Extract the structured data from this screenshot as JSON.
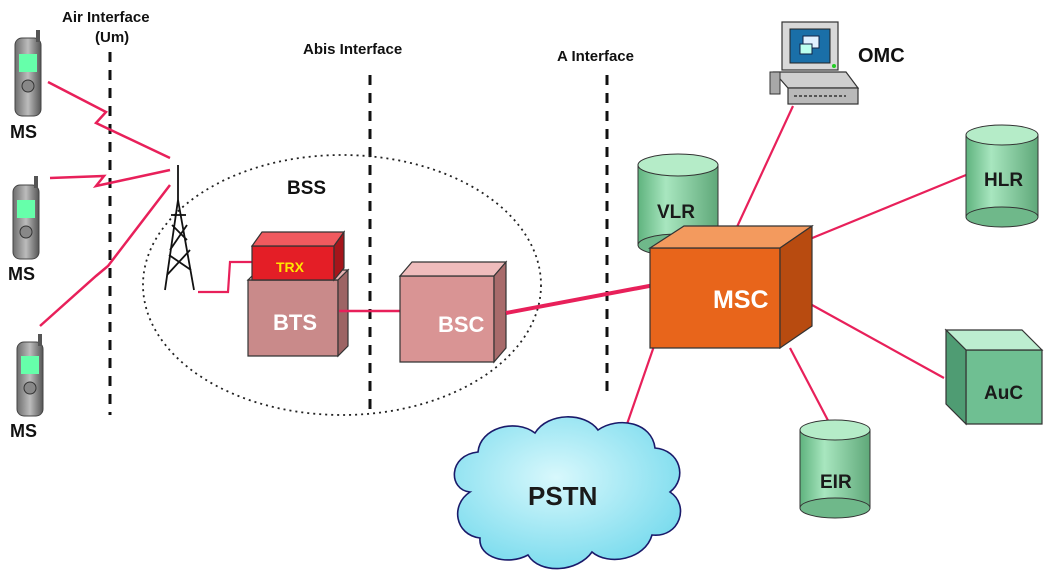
{
  "labels": {
    "air_interface_1": "Air Interface",
    "air_interface_2": "(Um)",
    "abis_interface": "Abis Interface",
    "a_interface": "A Interface",
    "bss": "BSS",
    "omc": "OMC",
    "ms": "MS",
    "trx": "TRX",
    "bts": "BTS",
    "bsc": "BSC",
    "msc": "MSC",
    "vlr": "VLR",
    "hlr": "HLR",
    "auc": "AuC",
    "eir": "EIR",
    "pstn": "PSTN"
  },
  "colors": {
    "link": "#e8205a",
    "trx": "#e41e26",
    "trx_text": "#ffe600",
    "bts": "#c98a8a",
    "bsc": "#d99494",
    "msc": "#e8651b",
    "db": "#8fd3a8",
    "pstn": "#9ee8f4"
  },
  "icons": [
    "mobile-phone-icon",
    "antenna-tower-icon",
    "computer-terminal-icon"
  ]
}
